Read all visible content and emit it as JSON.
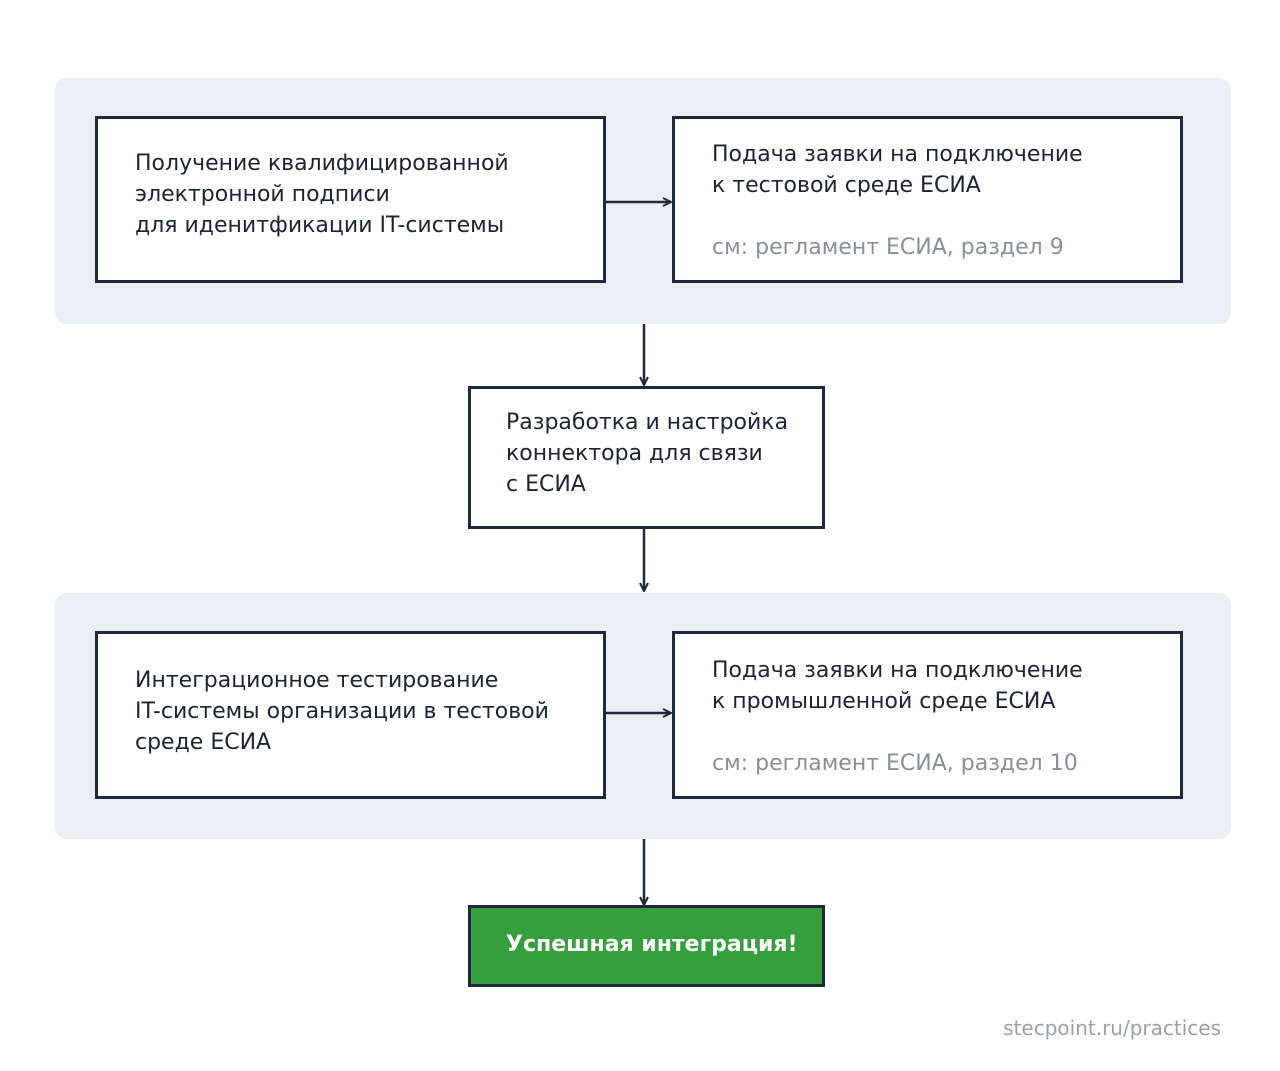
{
  "diagram": {
    "group1": {
      "step1": {
        "text": "Получение квалифицированной\nэлектронной подписи\nдля иденитфикации IT-системы"
      },
      "step2": {
        "text": "Подача заявки на подключение\nк тестовой среде ЕСИА",
        "note": "см: регламент ЕСИА, раздел 9"
      }
    },
    "step3": {
      "text": "Разработка и настройка\nконнектора для связи\nс ЕСИА"
    },
    "group2": {
      "step4": {
        "text": "Интеграционное тестирование\nIT-системы организации в тестовой\nсреде ЕСИА"
      },
      "step5": {
        "text": "Подача заявки на подключение\nк промышленной среде ЕСИА",
        "note": "см: регламент ЕСИА, раздел 10"
      }
    },
    "result": {
      "text": "Успешная интеграция!",
      "color": "#349f3b"
    }
  },
  "footer": {
    "source": "stecpoint.ru/practices"
  },
  "colors": {
    "group_background": "#ebeff4",
    "border": "#1e2a3b",
    "note_text": "#8a8f97"
  }
}
